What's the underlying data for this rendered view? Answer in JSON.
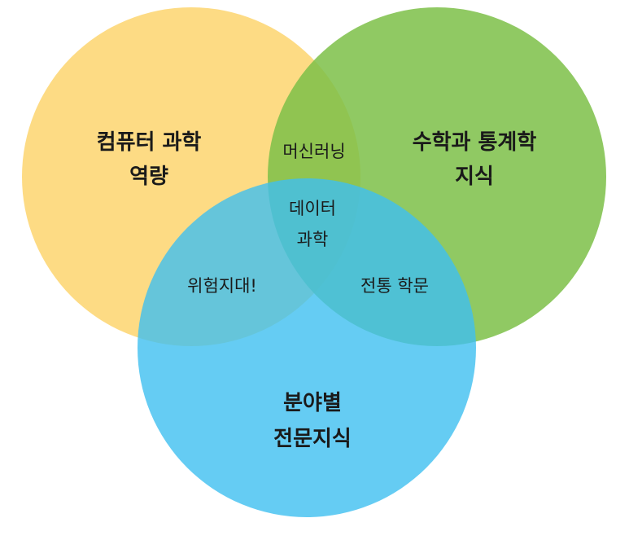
{
  "circles": {
    "cs": {
      "label_line1": "컴퓨터 과학",
      "label_line2": "역량",
      "color": "#FDD56E"
    },
    "math": {
      "label_line1": "수학과 통계학",
      "label_line2": "지식",
      "color": "#7DC048"
    },
    "domain": {
      "label_line1": "분야별",
      "label_line2": "전문지식",
      "color": "#3EBFF0"
    }
  },
  "overlaps": {
    "cs_math": "머신러닝",
    "cs_domain": "위험지대!",
    "math_domain": "전통 학문",
    "center_line1": "데이터",
    "center_line2": "과학"
  }
}
